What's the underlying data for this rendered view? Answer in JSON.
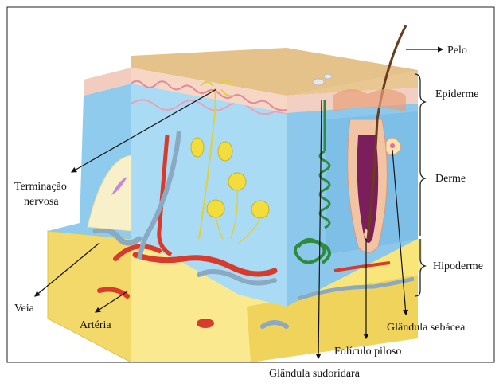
{
  "labels": {
    "pelo": "Pelo",
    "epiderme": "Epiderme",
    "derme": "Derme",
    "hipoderme": "Hipoderme",
    "terminacao_line1": "Terminação",
    "terminacao_line2": "nervosa",
    "veia": "Veia",
    "arteria": "Artéria",
    "glandula_sebacea": "Glândula sebácea",
    "foliculo_piloso": "Folículo piloso",
    "glandula_sudoridara": "Glândula sudorídara"
  },
  "colors": {
    "epidermis_top": "#e8c792",
    "epidermis_pink": "#f3c6c4",
    "dermis": "#a9d9f2",
    "dermis_dark": "#7ec3e6",
    "hypodermis": "#f7e58a",
    "artery": "#d93a2b",
    "vein": "#8aa9c2",
    "follicle": "#7a1f5c",
    "sweat_gland": "#2e8b3d",
    "nerve": "#e0d040"
  }
}
